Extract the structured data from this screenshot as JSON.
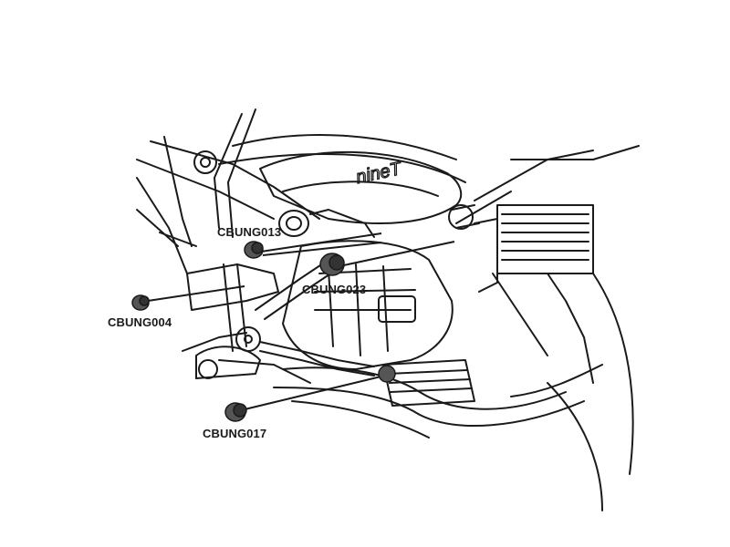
{
  "diagram": {
    "logo_text": "nineT",
    "callouts": [
      {
        "id": "cbung013",
        "part": "CBUNG013"
      },
      {
        "id": "cbung023",
        "part": "CBUNG023"
      },
      {
        "id": "cbung004",
        "part": "CBUNG004"
      },
      {
        "id": "cbung017",
        "part": "CBUNG017"
      }
    ],
    "colors": {
      "line": "#1a1a1a",
      "plug": "#444444",
      "background": "#ffffff"
    }
  }
}
